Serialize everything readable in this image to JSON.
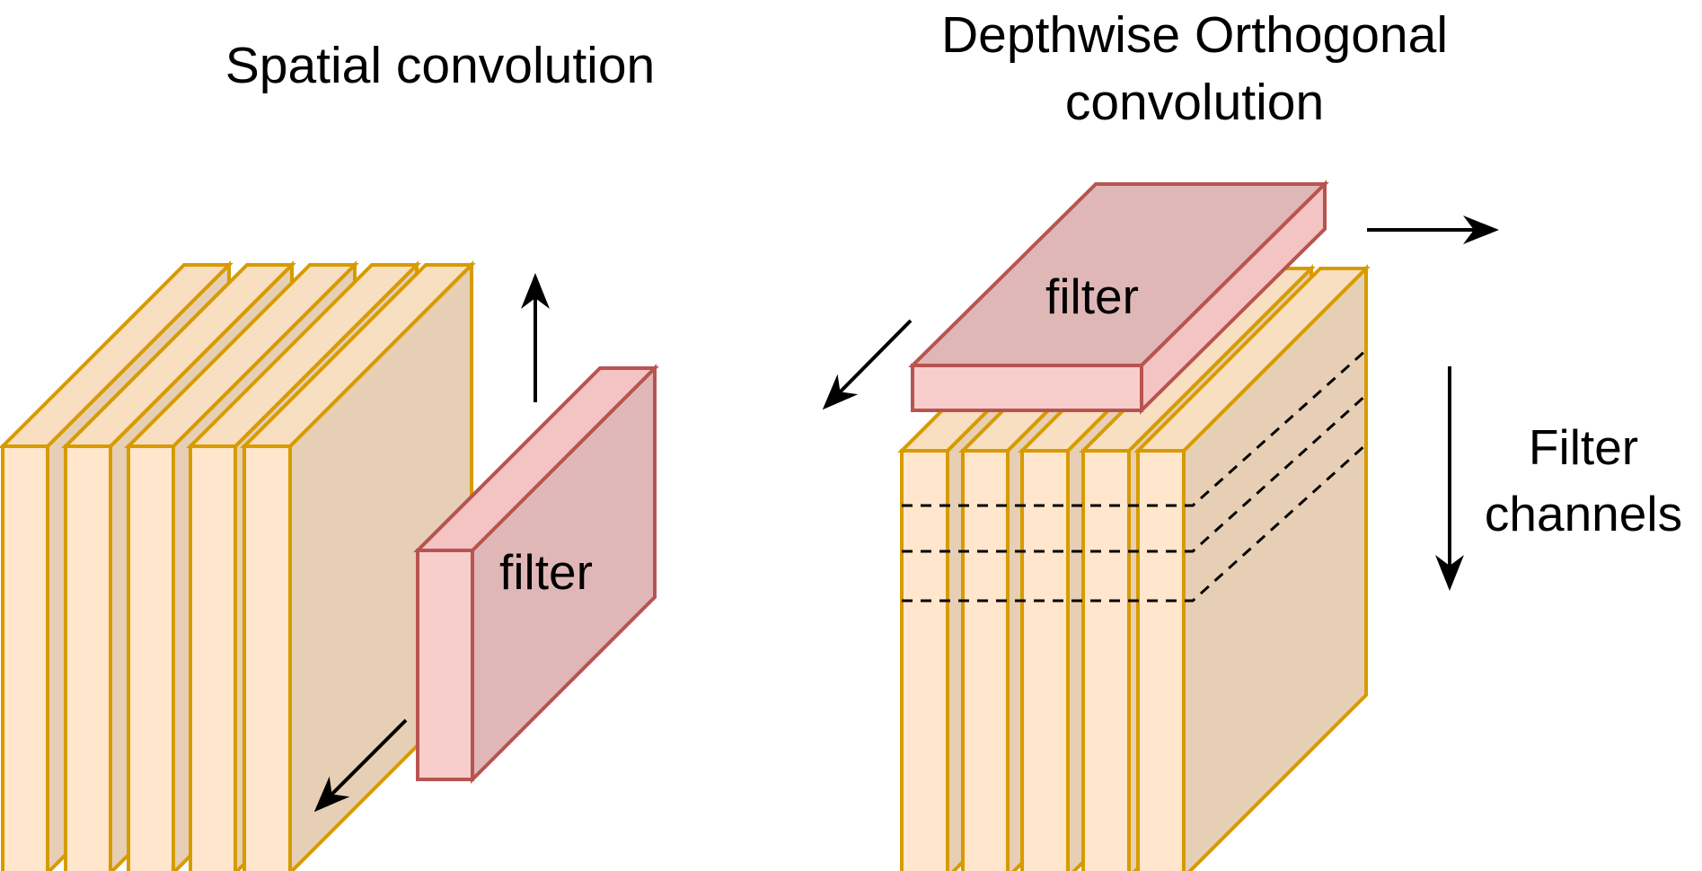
{
  "titles": {
    "left": "Spatial convolution",
    "right_line1": "Depthwise Orthogonal",
    "right_line2": "convolution"
  },
  "labels": {
    "filter_left": "filter",
    "filter_right": "filter",
    "channels_line1": "Filter",
    "channels_line2": "channels"
  },
  "colors": {
    "slab_front": "#ffe6cc",
    "slab_top": "#f9dfc2",
    "slab_side": "#e6cfb4",
    "slab_stroke": "#d79b00",
    "filter_front": "#f8cecc",
    "filter_face": "#e0b7b7",
    "filter_stroke": "#b85450",
    "arrow": "#000000"
  }
}
